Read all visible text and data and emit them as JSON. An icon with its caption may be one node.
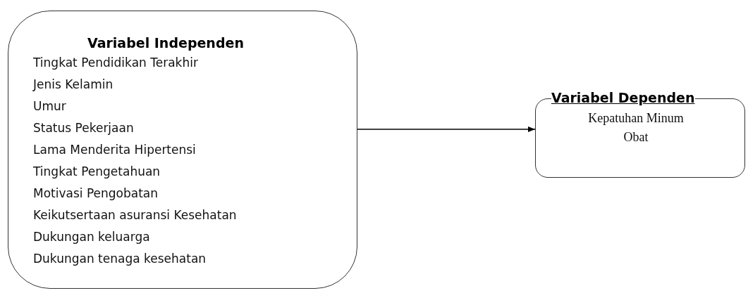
{
  "diagram": {
    "nodes": [
      {
        "text": [
          "Variabel Independen",
          "Tingkat Pendidikan Terakhir",
          "Jenis Kelamin",
          "Umur",
          "Status Pekerjaan",
          "Lama Menderita Hipertensi",
          "Tingkat Pengetahuan",
          "Motivasi Pengobatan",
          "Keikutsertaan asuransi Kesehatan",
          "Dukungan keluarga",
          "Dukungan tenaga kesehatan"
        ]
      },
      {
        "text": [
          "Variabel Dependen",
          "Kepatuhan Minum Obat"
        ]
      }
    ],
    "edges": [
      {
        "from": 0,
        "to": 1,
        "arrow": "to"
      }
    ]
  }
}
